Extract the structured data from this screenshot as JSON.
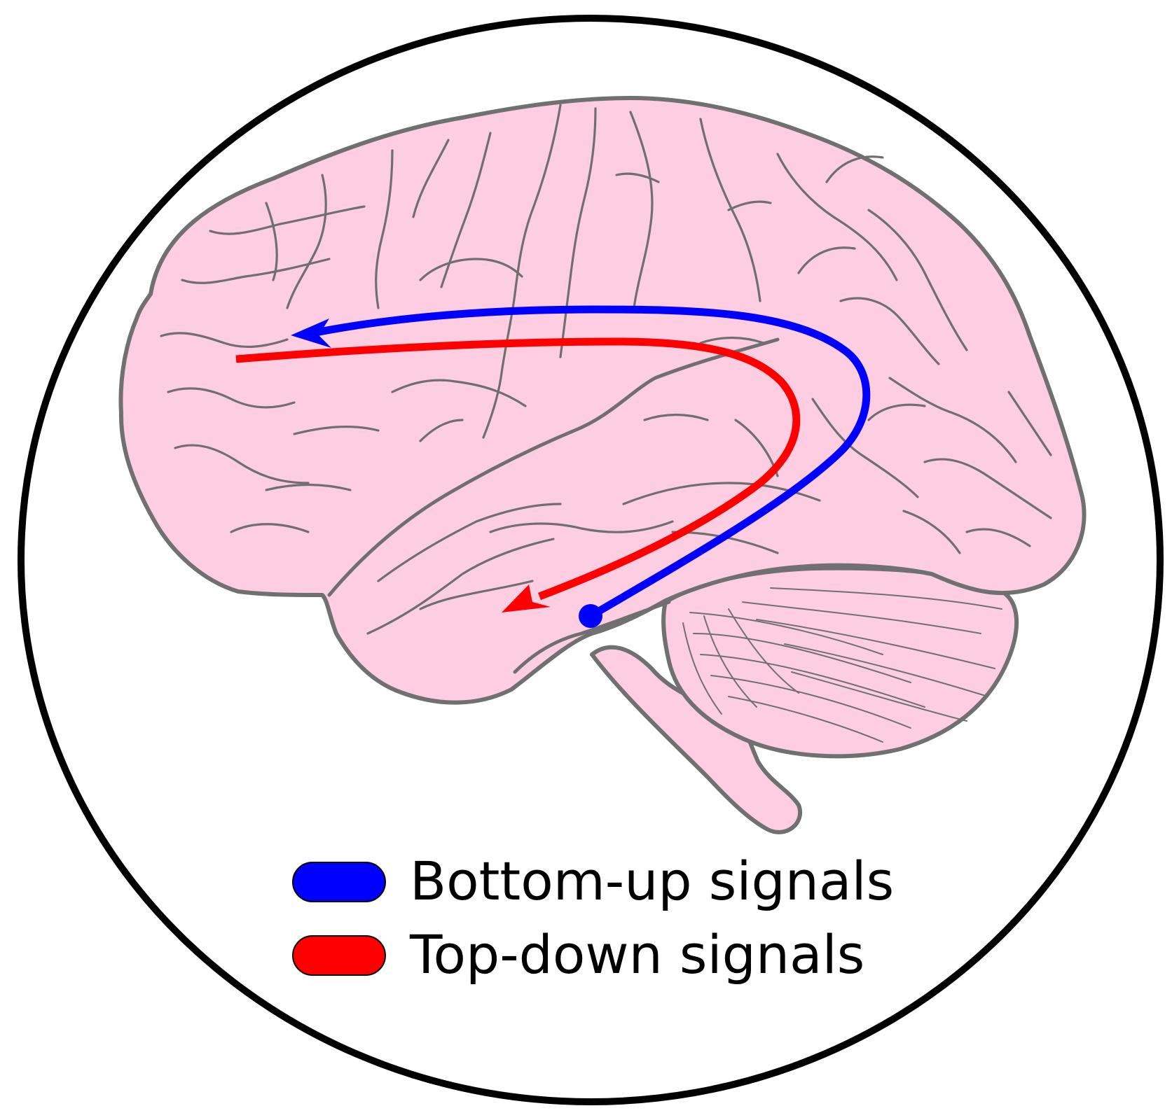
{
  "colors": {
    "bottom_up": "#0000ff",
    "top_down": "#ff0000",
    "brain_fill": "#fdcde2",
    "brain_outline": "#707070",
    "frame": "#000000"
  },
  "legend": {
    "items": [
      {
        "key": "bottom_up",
        "label": "Bottom-up signals",
        "color": "#0000ff"
      },
      {
        "key": "top_down",
        "label": "Top-down signals",
        "color": "#ff0000"
      }
    ]
  }
}
